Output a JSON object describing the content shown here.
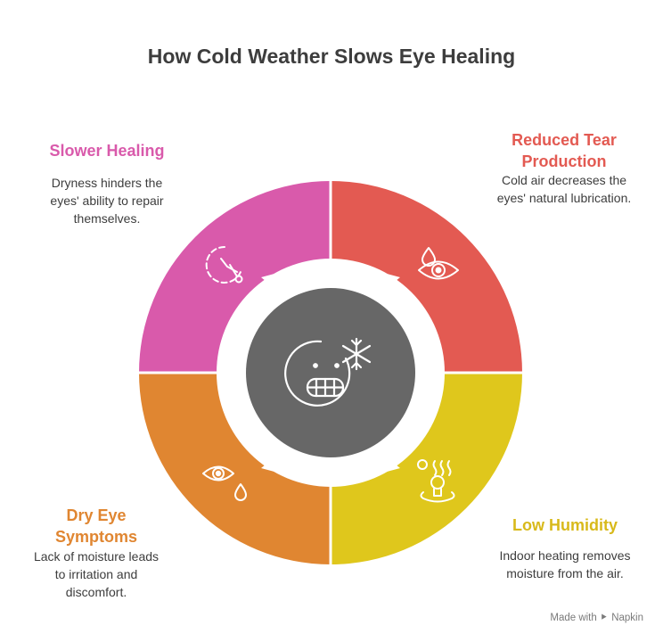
{
  "title": "How Cold Weather Slows Eye Healing",
  "colors": {
    "slower_healing": "#d95aab",
    "reduced_tear": "#e35a52",
    "low_humidity": "#dfc71c",
    "dry_eye": "#e08631",
    "center": "#676767",
    "text": "#3d3d3d"
  },
  "segments": [
    {
      "id": "slower-healing",
      "title": "Slower Healing",
      "description": [
        "Dryness hinders the",
        "eyes' ability to repair",
        "themselves."
      ],
      "icon": "clock-hand-icon"
    },
    {
      "id": "reduced-tear-production",
      "title": [
        "Reduced Tear",
        "Production"
      ],
      "description": [
        "Cold air decreases the",
        "eyes' natural lubrication."
      ],
      "icon": "eye-droplet-icon"
    },
    {
      "id": "low-humidity",
      "title": "Low Humidity",
      "description": [
        "Indoor heating removes",
        "moisture from the air."
      ],
      "icon": "person-steam-icon"
    },
    {
      "id": "dry-eye-symptoms",
      "title": [
        "Dry Eye",
        "Symptoms"
      ],
      "description": [
        "Lack of moisture leads",
        "to irritation and",
        "discomfort."
      ],
      "icon": "eye-tear-icon"
    }
  ],
  "center_icon": "cold-face-snowflake-icon",
  "footer": {
    "prefix": "Made with",
    "brand": "Napkin"
  }
}
